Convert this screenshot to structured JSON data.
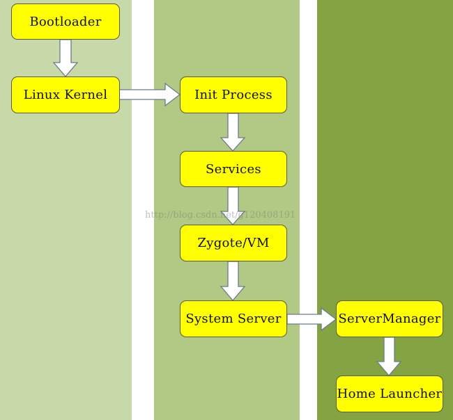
{
  "diagram": {
    "nodes": {
      "bootloader": "Bootloader",
      "linux_kernel": "Linux Kernel",
      "init_process": "Init Process",
      "services": "Services",
      "zygote_vm": "Zygote/VM",
      "system_server": "System Server",
      "server_manager": "ServerManager",
      "home_launcher": "Home Launcher"
    },
    "edges": [
      [
        "Bootloader",
        "Linux Kernel"
      ],
      [
        "Linux Kernel",
        "Init Process"
      ],
      [
        "Init Process",
        "Services"
      ],
      [
        "Services",
        "Zygote/VM"
      ],
      [
        "Zygote/VM",
        "System Server"
      ],
      [
        "System Server",
        "ServerManager"
      ],
      [
        "ServerManager",
        "Home Launcher"
      ]
    ],
    "watermark": "http://blog.csdn.net/g120408191"
  },
  "colors": {
    "column_1": "#c7d9a9",
    "column_2": "#b2c985",
    "column_3": "#84a444",
    "node_fill": "#ffff00",
    "arrow_fill": "#ffffff"
  }
}
